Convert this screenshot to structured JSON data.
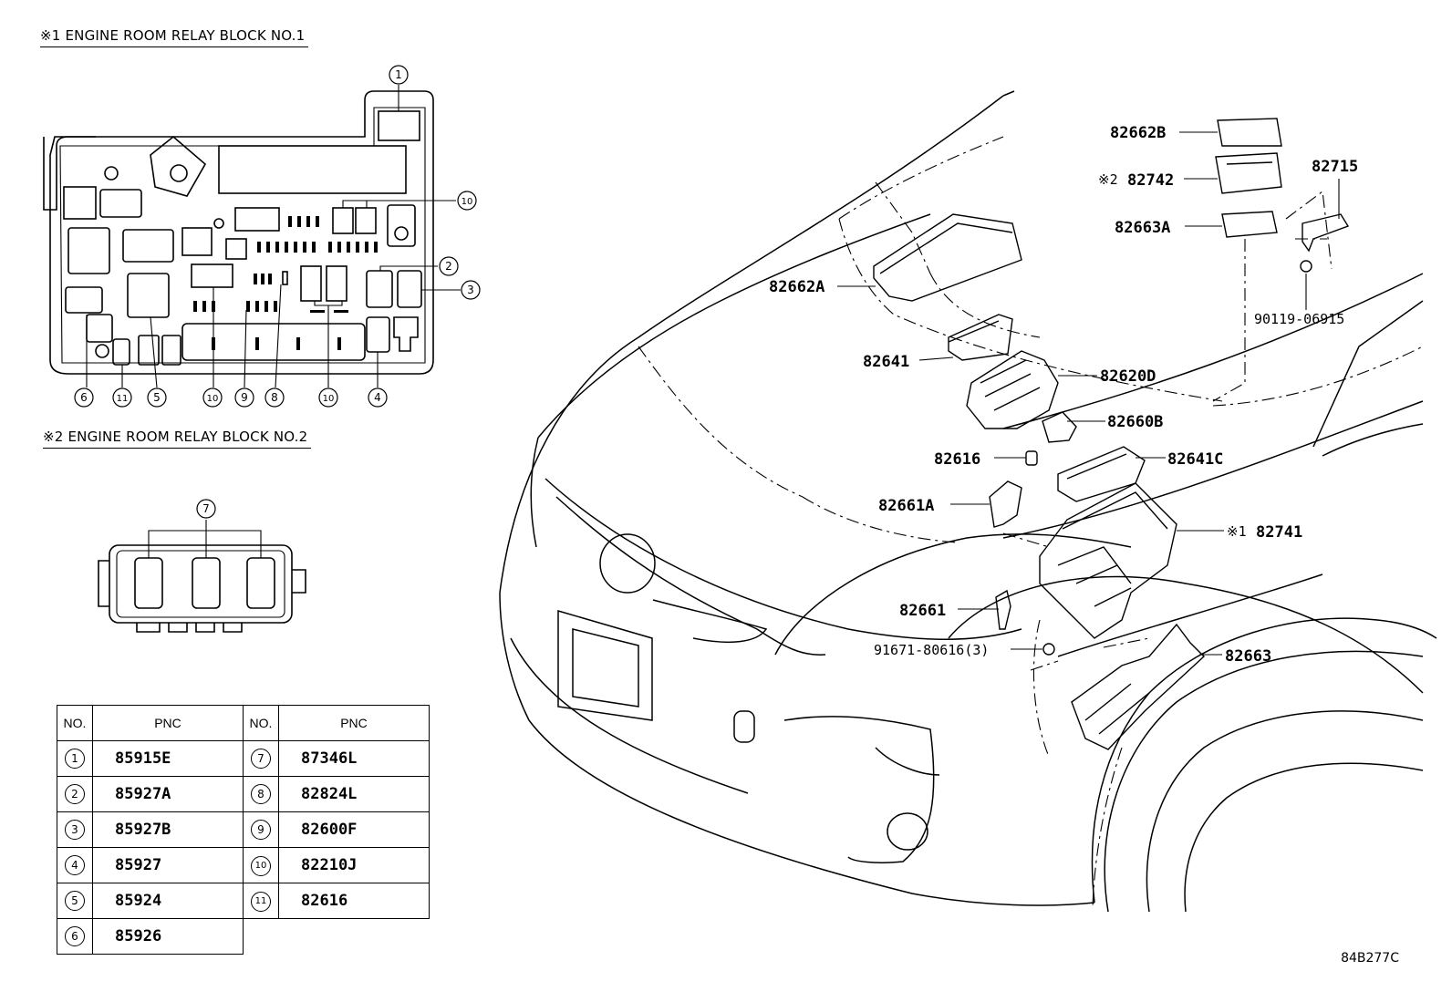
{
  "block1_title": "※1 ENGINE ROOM RELAY BLOCK NO.1",
  "block2_title": "※2 ENGINE ROOM RELAY BLOCK NO.2",
  "callouts": {
    "c1": "1",
    "c2": "2",
    "c3": "3",
    "c4": "4",
    "c5": "5",
    "c6": "6",
    "c7": "7",
    "c8": "8",
    "c9": "9",
    "c10": "10",
    "c11": "11"
  },
  "table": {
    "header_no": "NO.",
    "header_pnc": "PNC",
    "left": [
      {
        "no": "1",
        "pnc": "85915E"
      },
      {
        "no": "2",
        "pnc": "85927A"
      },
      {
        "no": "3",
        "pnc": "85927B"
      },
      {
        "no": "4",
        "pnc": "85927"
      },
      {
        "no": "5",
        "pnc": "85924"
      },
      {
        "no": "6",
        "pnc": "85926"
      }
    ],
    "right": [
      {
        "no": "7",
        "pnc": "87346L"
      },
      {
        "no": "8",
        "pnc": "82824L"
      },
      {
        "no": "9",
        "pnc": "82600F"
      },
      {
        "no": "10",
        "pnc": "82210J"
      },
      {
        "no": "11",
        "pnc": "82616"
      }
    ]
  },
  "parts": {
    "p82662B": "82662B",
    "p82742_mark": "※2",
    "p82742": "82742",
    "p82715": "82715",
    "p82663A": "82663A",
    "p90119": "90119-06915",
    "p82662A": "82662A",
    "p82641": "82641",
    "p82620D": "82620D",
    "p82660B": "82660B",
    "p82616": "82616",
    "p82641C": "82641C",
    "p82661A": "82661A",
    "p82741_mark": "※1",
    "p82741": "82741",
    "p82661": "82661",
    "p91671": "91671-80616(3)",
    "p82663": "82663"
  },
  "figure_code": "84B277C"
}
